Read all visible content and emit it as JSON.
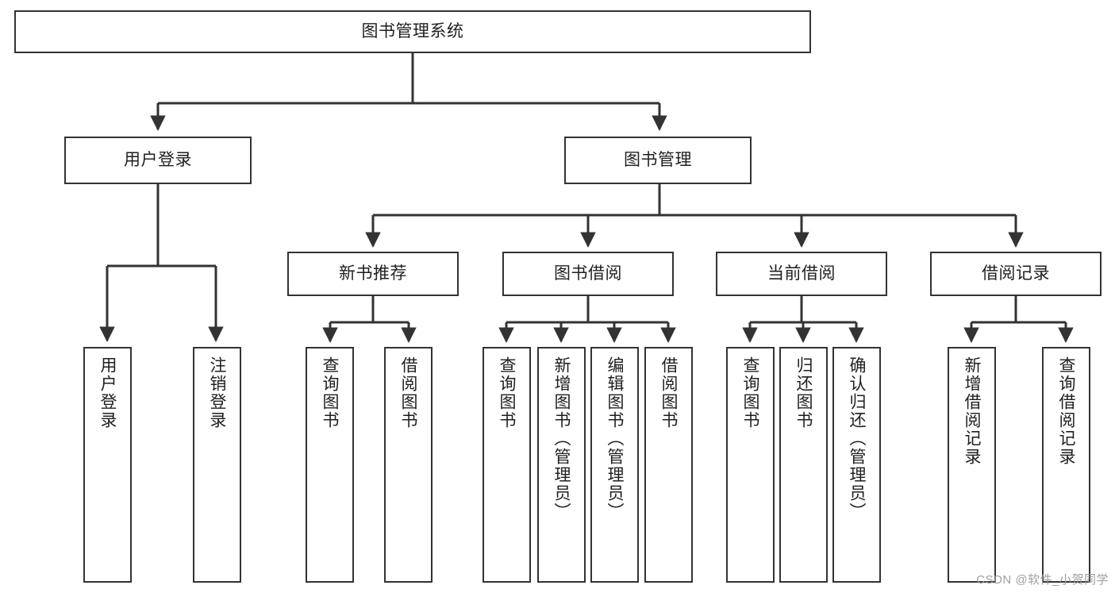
{
  "diagram": {
    "type": "tree",
    "title": "图书管理系统",
    "root": {
      "id": "root",
      "label": "图书管理系统"
    },
    "level2": [
      {
        "id": "user-login",
        "label": "用户登录"
      },
      {
        "id": "book-management",
        "label": "图书管理"
      }
    ],
    "level3": [
      {
        "id": "new-book-recommend",
        "label": "新书推荐",
        "parent": "book-management"
      },
      {
        "id": "book-borrow",
        "label": "图书借阅",
        "parent": "book-management"
      },
      {
        "id": "current-borrow",
        "label": "当前借阅",
        "parent": "book-management"
      },
      {
        "id": "borrow-record",
        "label": "借阅记录",
        "parent": "book-management"
      }
    ],
    "leaves": {
      "user-login": [
        {
          "id": "leaf-user-login",
          "label": "用户登录"
        },
        {
          "id": "leaf-user-logout",
          "label": "注销登录"
        }
      ],
      "new-book-recommend": [
        {
          "id": "leaf-query-book-1",
          "label": "查询图书"
        },
        {
          "id": "leaf-borrow-book-1",
          "label": "借阅图书"
        }
      ],
      "book-borrow": [
        {
          "id": "leaf-query-book-2",
          "label": "查询图书"
        },
        {
          "id": "leaf-add-book",
          "label": "新增图书（管理员）"
        },
        {
          "id": "leaf-edit-book",
          "label": "编辑图书（管理员）"
        },
        {
          "id": "leaf-borrow-book-2",
          "label": "借阅图书"
        }
      ],
      "current-borrow": [
        {
          "id": "leaf-query-book-3",
          "label": "查询图书"
        },
        {
          "id": "leaf-return-book",
          "label": "归还图书"
        },
        {
          "id": "leaf-confirm-return",
          "label": "确认归还（管理员）"
        }
      ],
      "borrow-record": [
        {
          "id": "leaf-add-record",
          "label": "新增借阅记录"
        },
        {
          "id": "leaf-query-record",
          "label": "查询借阅记录"
        }
      ]
    }
  },
  "watermark": {
    "text": "CSDN @软件_小贺同学"
  },
  "colors": {
    "node_border": "#333333",
    "node_fill": "#ffffff",
    "edge": "#333333",
    "text": "#1f1f1f",
    "watermark": "#9a9a9a",
    "background": "#ffffff"
  }
}
